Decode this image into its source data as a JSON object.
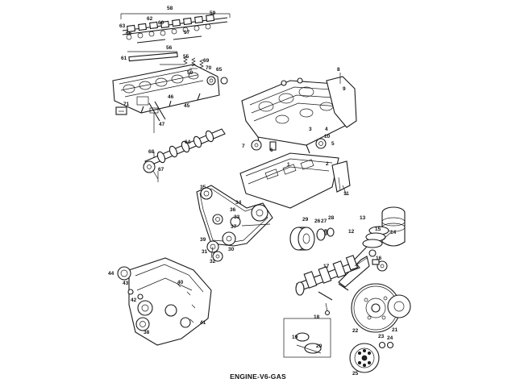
{
  "caption": "ENGINE-V6-GAS",
  "callouts": {
    "c58": "58",
    "c63": "63",
    "c66": "66",
    "c62": "62",
    "c60": "60",
    "c57": "57",
    "c59": "59",
    "c56": "56",
    "c61": "61",
    "c55": "55",
    "c69": "69",
    "c70": "70",
    "c50": "50",
    "c65": "65",
    "c71": "71",
    "c46": "46",
    "c45": "45",
    "c47": "47",
    "c64": "64",
    "c68": "68",
    "c67": "67",
    "c8": "8",
    "c9": "9",
    "c10": "10",
    "c7": "7",
    "c4": "4",
    "c5": "5",
    "c6": "6",
    "c3": "3",
    "c1": "1",
    "c2": "2",
    "c11": "11",
    "c35": "35",
    "c34": "34",
    "c36": "36",
    "c37": "37",
    "c33": "33",
    "c39": "39",
    "c30": "30",
    "c31": "31",
    "c32": "32",
    "c29": "29",
    "c28": "28",
    "c26": "26",
    "c27": "27",
    "c13": "13",
    "c12": "12",
    "c15": "15",
    "c14": "14",
    "c17": "17",
    "c16": "16",
    "c18": "18",
    "c44": "44",
    "c43": "43",
    "c40": "40",
    "c42": "42",
    "c41": "41",
    "c38": "38",
    "c22": "22",
    "c21": "21",
    "c19": "19",
    "c20": "20",
    "c24": "24",
    "c23": "23",
    "c25": "25"
  }
}
